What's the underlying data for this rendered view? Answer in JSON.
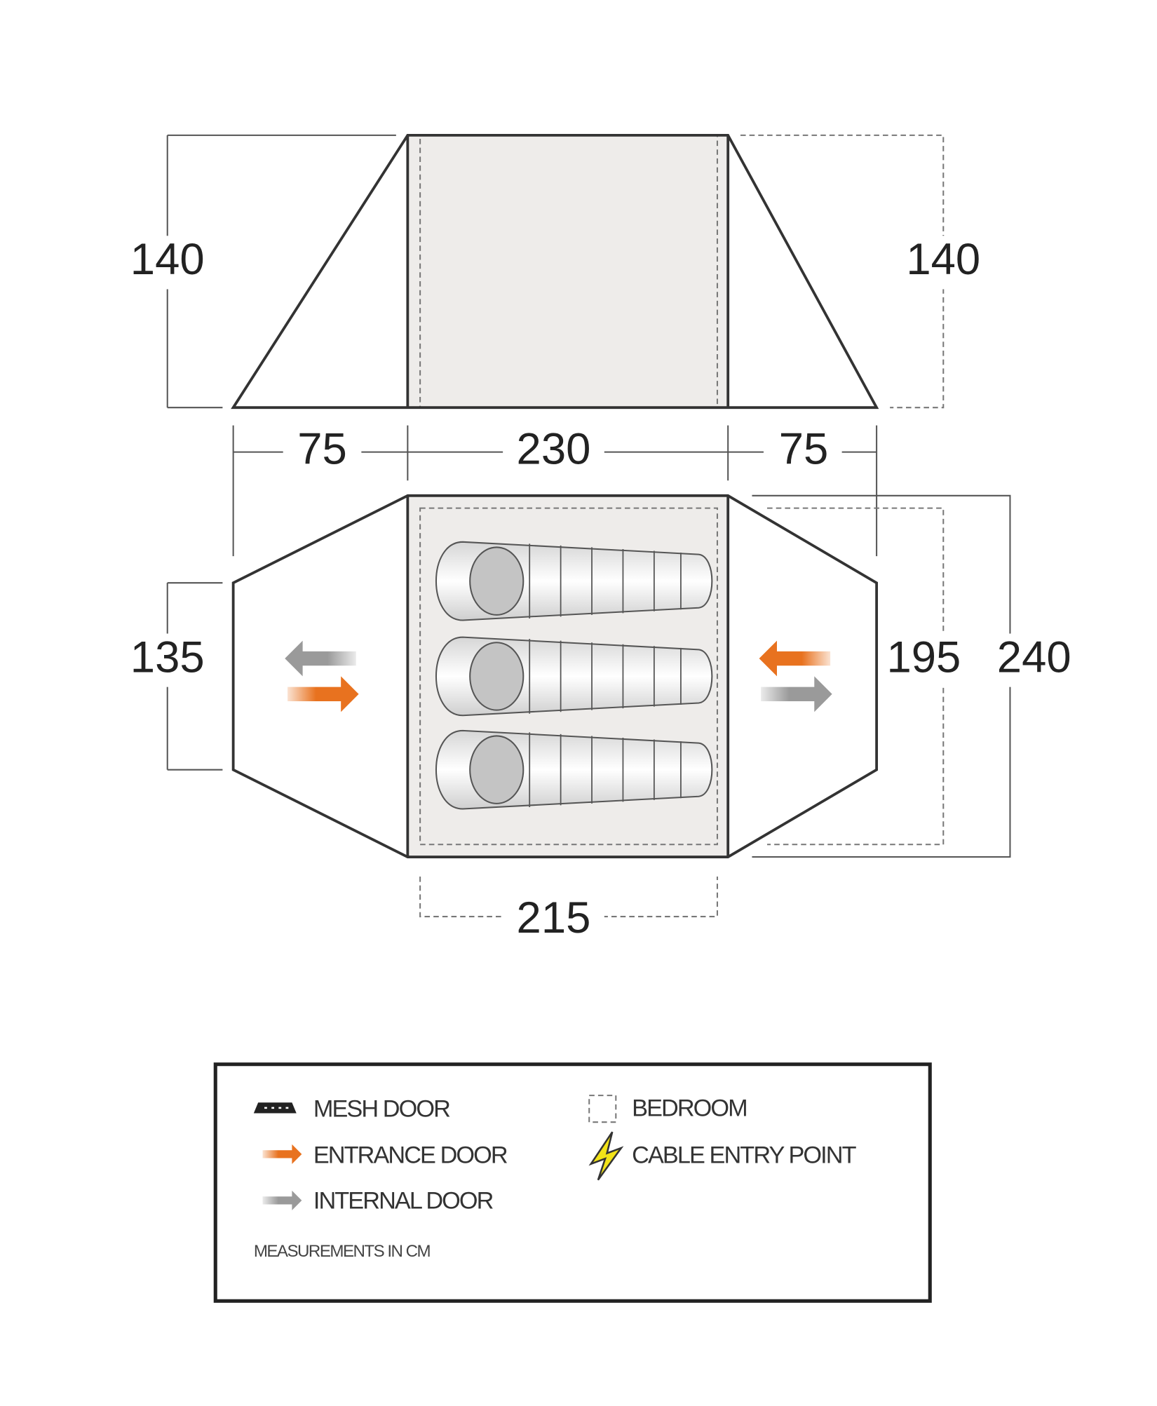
{
  "elevation": {
    "left_height": "140",
    "right_height": "140"
  },
  "lengths": {
    "left_porch": "75",
    "bedroom": "230",
    "right_porch": "75"
  },
  "floor": {
    "porch_width": "135",
    "bedroom_width": "195",
    "total_width": "240",
    "bedroom_length": "215"
  },
  "legend": {
    "mesh_door": "MESH DOOR",
    "entrance_door": "ENTRANCE DOOR",
    "internal_door": "INTERNAL DOOR",
    "bedroom": "BEDROOM",
    "cable_entry": "CABLE ENTRY POINT",
    "units_note": "MEASUREMENTS IN CM"
  },
  "colors": {
    "entrance": "#e8721f",
    "internal": "#9a9a9a",
    "bedroom_fill": "#eeecea",
    "cable": "#f2e318"
  }
}
